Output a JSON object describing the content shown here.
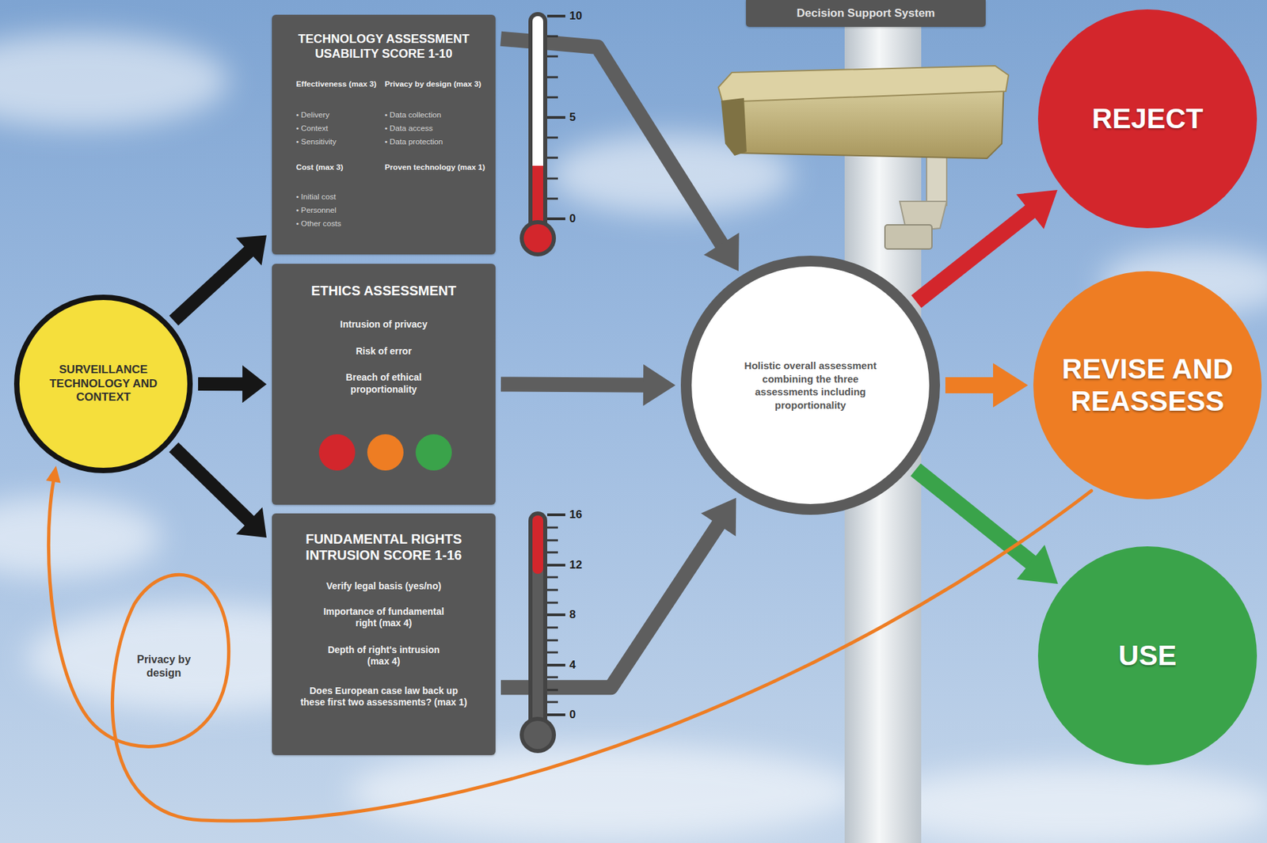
{
  "diagram": {
    "nodes": [
      {
        "text": [
          "Decision Support System"
        ]
      },
      {
        "text": [
          "SURVEILLANCE TECHNOLOGY AND CONTEXT"
        ]
      },
      {
        "text": [
          "TECHNOLOGY ASSESSMENT USABILITY SCORE 1-10",
          "Effectiveness (max 3)",
          "• Delivery",
          "• Context",
          "• Sensitivity",
          "Privacy by design (max 3)",
          "• Data collection",
          "• Data access",
          "• Data protection",
          "Cost (max 3)",
          "• Initial cost",
          "• Personnel",
          "• Other costs",
          "Proven technology (max 1)"
        ]
      },
      {
        "text": [
          "ETHICS ASSESSMENT",
          "Intrusion of privacy",
          "Risk of error",
          "Breach of ethical proportionality"
        ]
      },
      {
        "text": [
          "FUNDAMENTAL RIGHTS INTRUSION SCORE 1-16",
          "Verify legal basis (yes/no)",
          "Importance of fundamental right (max 4)",
          "Depth of right's intrusion (max 4)",
          "Does European case law back up these first two assessments? (max 1)"
        ]
      },
      {
        "text": [
          "Holistic overall assessment combining the three assessments including proportionality"
        ]
      },
      {
        "text": [
          "REJECT"
        ]
      },
      {
        "text": [
          "REVISE AND REASSESS"
        ]
      },
      {
        "text": [
          "USE"
        ]
      }
    ],
    "edges": [
      {
        "from": 1,
        "to": 2,
        "arrow": "to"
      },
      {
        "from": 1,
        "to": 3,
        "arrow": "to"
      },
      {
        "from": 1,
        "to": 4,
        "arrow": "to"
      },
      {
        "from": 2,
        "to": 5,
        "arrow": "to"
      },
      {
        "from": 3,
        "to": 5,
        "arrow": "to"
      },
      {
        "from": 4,
        "to": 5,
        "arrow": "to"
      },
      {
        "from": 5,
        "to": 6,
        "arrow": "to"
      },
      {
        "from": 5,
        "to": 7,
        "arrow": "to"
      },
      {
        "from": 5,
        "to": 8,
        "arrow": "to"
      },
      {
        "from": 7,
        "to": 1,
        "label": "Privacy by design",
        "arrow": "to"
      }
    ],
    "labels": [
      "10",
      "5",
      "0",
      "16",
      "12",
      "8",
      "4",
      "0"
    ]
  }
}
